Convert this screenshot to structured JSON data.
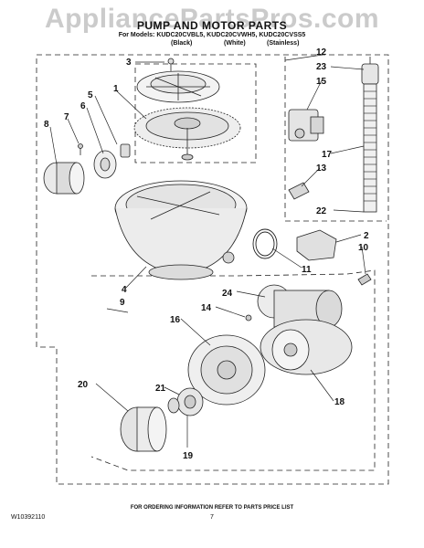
{
  "watermark": "AppliancePartsPros.com",
  "header": {
    "title": "PUMP AND MOTOR PARTS",
    "models": "For Models: KUDC20CVBL5, KUDC20CVWH5, KUDC20CVSS5",
    "color_black": "(Black)",
    "color_white": "(White)",
    "color_stainless": "(Stainless)"
  },
  "callouts": [
    "1",
    "2",
    "3",
    "4",
    "5",
    "6",
    "7",
    "8",
    "9",
    "10",
    "11",
    "12",
    "13",
    "14",
    "15",
    "16",
    "17",
    "18",
    "19",
    "20",
    "21",
    "22",
    "23",
    "24"
  ],
  "footer": {
    "note": "FOR ORDERING INFORMATION REFER TO PARTS PRICE LIST",
    "doc_number": "W10392110",
    "page": "7"
  }
}
